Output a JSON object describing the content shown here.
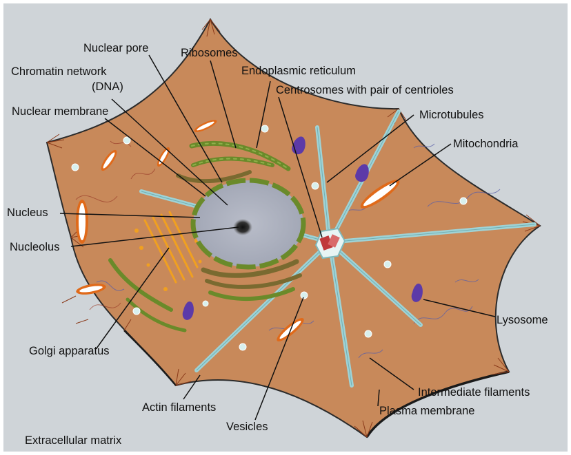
{
  "colors": {
    "background": "#cfd4d8",
    "cytoplasm": "#c8895a",
    "membrane": "#2b2b2b",
    "microtubule": "#9fd3d6",
    "er_green": "#6a8a2a",
    "mitochondria": "#e06a1a",
    "lysosome": "#5c3aa8",
    "nucleus": "#a7acba",
    "golgi": "#f0a020"
  },
  "labels": {
    "nuclear_pore": "Nuclear pore",
    "ribosomes": "Ribosomes",
    "chromatin_network": "Chromatin network",
    "dna": "(DNA)",
    "endoplasmic_reticulum": "Endoplasmic reticulum",
    "centrosomes": "Centrosomes with pair of centrioles",
    "nuclear_membrane": "Nuclear membrane",
    "microtubules": "Microtubules",
    "mitochondria": "Mitochondria",
    "nucleus": "Nucleus",
    "nucleolus": "Nucleolus",
    "lysosome": "Lysosome",
    "golgi_apparatus": "Golgi apparatus",
    "intermediate_filaments": "Intermediate filaments",
    "actin_filaments": "Actin filaments",
    "plasma_membrane": "Plasma membrane",
    "vesicles": "Vesicles",
    "extracellular_matrix": "Extracellular matrix"
  }
}
